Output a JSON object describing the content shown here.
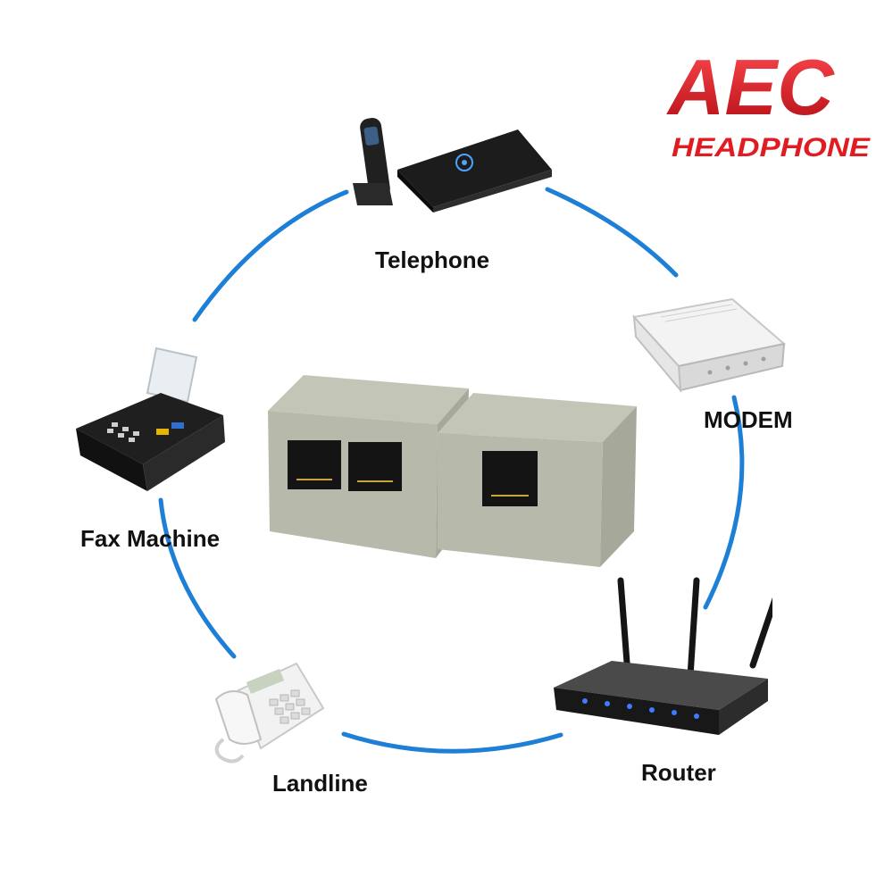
{
  "brand": {
    "line1": "AEC",
    "line2": "HEADPHONE",
    "color": "#e11b22"
  },
  "arc_color": "#1e7fd6",
  "devices": {
    "telephone": {
      "label": "Telephone",
      "icon": "cordless-phone-base-icon"
    },
    "modem": {
      "label": "MODEM",
      "icon": "modem-icon"
    },
    "router": {
      "label": "Router",
      "icon": "router-icon"
    },
    "landline": {
      "label": "Landline",
      "icon": "landline-phone-icon"
    },
    "fax": {
      "label": "Fax Machine",
      "icon": "fax-machine-icon"
    }
  },
  "product": {
    "icon": "rj11-splitter-icon"
  }
}
